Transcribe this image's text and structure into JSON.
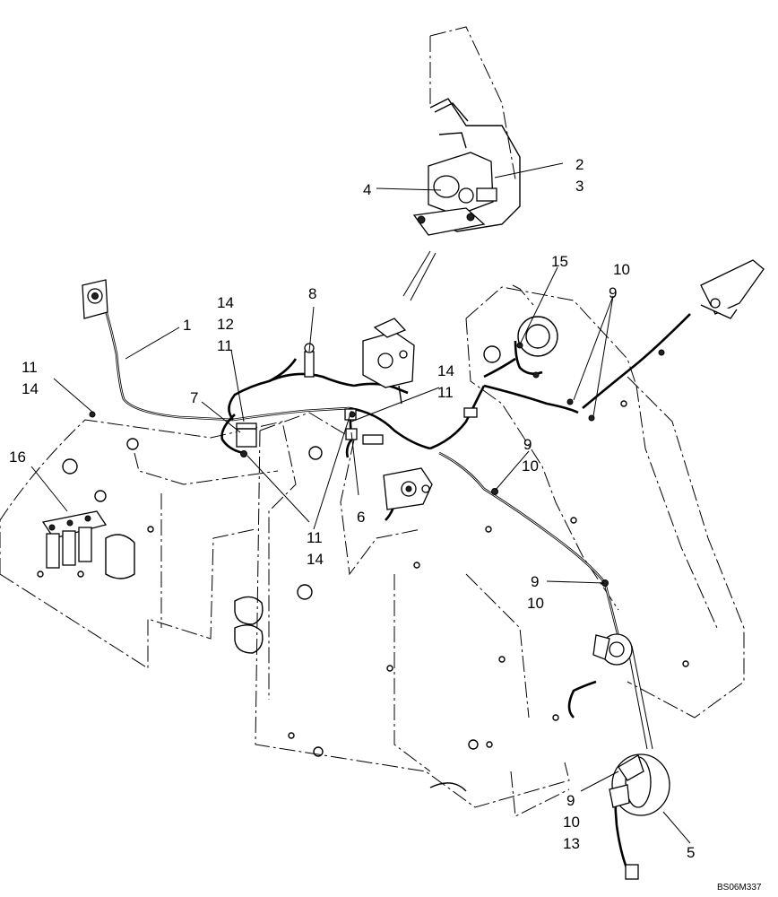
{
  "callouts": {
    "c1": "1",
    "c2": "2",
    "c3": "3",
    "c4": "4",
    "c5": "5",
    "c6": "6",
    "c7": "7",
    "c8": "8",
    "c9a": "9",
    "c9b": "9",
    "c9c": "9",
    "c9d": "9",
    "c10a": "10",
    "c10b": "10",
    "c10c": "10",
    "c10d": "10",
    "c11a": "11",
    "c11b": "11",
    "c11c": "11",
    "c11d": "11",
    "c12": "12",
    "c13": "13",
    "c14a": "14",
    "c14b": "14",
    "c14c": "14",
    "c14d": "14",
    "c15": "15",
    "c16": "16"
  },
  "drawing_id": "BS06M337"
}
